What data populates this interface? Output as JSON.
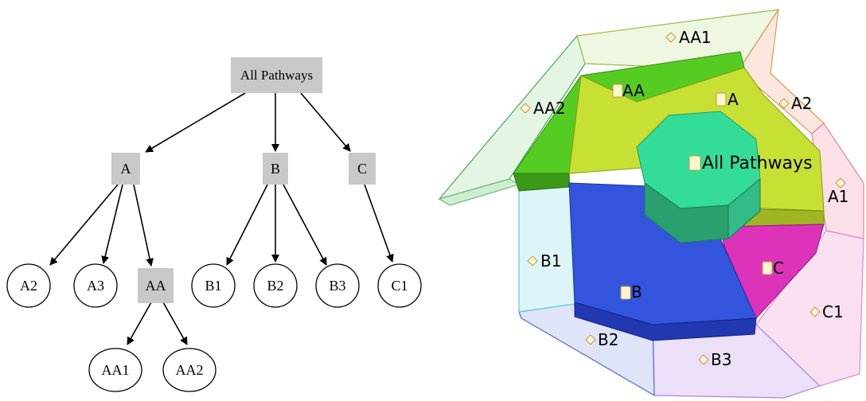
{
  "tree": {
    "root": "All Pathways",
    "nodes": {
      "A": "A",
      "B": "B",
      "C": "C",
      "A2": "A2",
      "A3": "A3",
      "AA": "AA",
      "B1": "B1",
      "B2": "B2",
      "B3": "B3",
      "C1": "C1",
      "AA1": "AA1",
      "AA2": "AA2"
    }
  },
  "sunburst": {
    "root": "All Pathways",
    "inner": {
      "A": "A",
      "AA": "AA",
      "B": "B",
      "C": "C"
    },
    "outer": {
      "AA1": "AA1",
      "AA2": "AA2",
      "A2": "A2",
      "A1": "A1",
      "B1": "B1",
      "B2": "B2",
      "B3": "B3",
      "C1": "C1"
    },
    "colors": {
      "root": "#33dd99",
      "A": "#c8df33",
      "AA": "#55cc22",
      "B": "#3355dd",
      "C": "#dd33bb",
      "outer_green": "#e4f5e4",
      "outer_cyan": "#ddf5f8",
      "outer_blue": "#dfe4f8",
      "outer_pink": "#f8e0f0",
      "outer_lavender": "#ece0f8",
      "outer_peach": "#fbe7dd"
    },
    "icon_names": [
      "pathway-doc-icon",
      "pathway-leaf-icon"
    ]
  }
}
